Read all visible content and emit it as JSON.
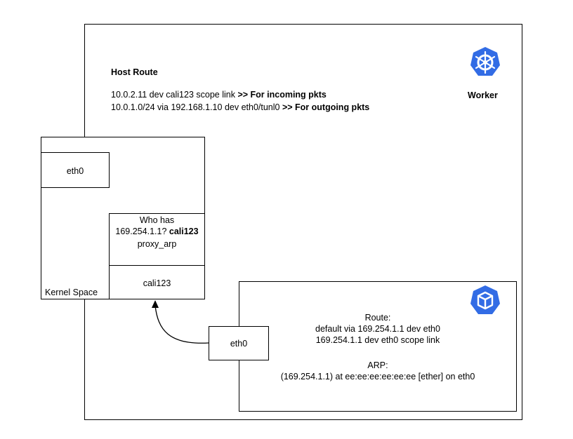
{
  "worker": {
    "label": "Worker",
    "host_route_title": "Host Route",
    "route1_text": "10.0.2.11 dev cali123 scope link ",
    "route1_bold": ">> For incoming pkts",
    "route2_text": "10.0.1.0/24 via 192.168.1.10 dev eth0/tunl0 ",
    "route2_bold": ">> For outgoing pkts",
    "icon": "kubernetes-helm-icon"
  },
  "kernel": {
    "label": "Kernel Space",
    "eth0_label": "eth0",
    "who_has_line1": "Who has",
    "who_has_line2_text": "169.254.1.1? ",
    "who_has_line2_bold": "cali123",
    "proxy_arp": "proxy_arp",
    "cali_label": "cali123"
  },
  "pod": {
    "icon": "pod-cube-icon",
    "eth0_label": "eth0",
    "route_title": "Route:",
    "route_line1": "default via 169.254.1.1 dev eth0",
    "route_line2": "169.254.1.1 dev eth0 scope link",
    "arp_title": "ARP:",
    "arp_line": "(169.254.1.1) at ee:ee:ee:ee:ee:ee [ether]  on eth0"
  },
  "colors": {
    "icon_blue": "#326ce5",
    "line": "#000000"
  }
}
